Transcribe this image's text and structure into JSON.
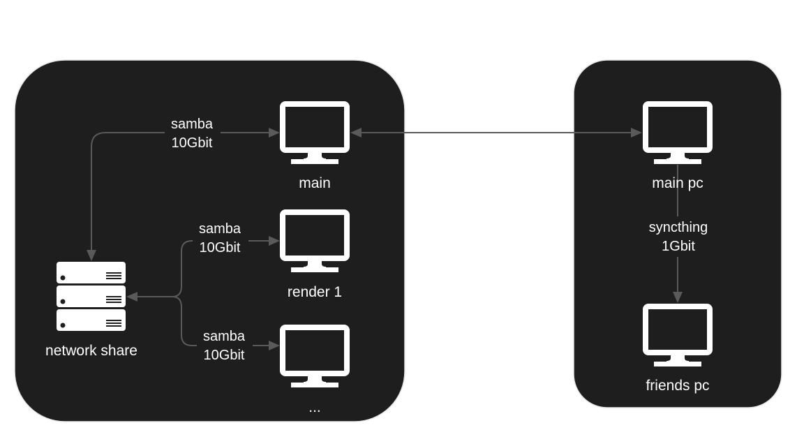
{
  "diagram": {
    "groups": [
      {
        "id": "local-network",
        "label": ""
      },
      {
        "id": "remote-network",
        "label": ""
      }
    ],
    "nodes": {
      "network_share": {
        "label": "network share",
        "icon": "server-icon"
      },
      "main": {
        "label": "main",
        "icon": "monitor-icon"
      },
      "render1": {
        "label": "render 1",
        "icon": "monitor-icon"
      },
      "more": {
        "label": "...",
        "icon": "monitor-icon"
      },
      "main_pc": {
        "label": "main pc",
        "icon": "monitor-icon"
      },
      "friends_pc": {
        "label": "friends pc",
        "icon": "monitor-icon"
      }
    },
    "edges": {
      "share_main": {
        "line1": "samba",
        "line2": "10Gbit",
        "from": "network share",
        "to": "main"
      },
      "share_render1": {
        "line1": "samba",
        "line2": "10Gbit",
        "from": "network share",
        "to": "render 1"
      },
      "share_more": {
        "line1": "samba",
        "line2": "10Gbit",
        "from": "network share",
        "to": "..."
      },
      "main_mainpc": {
        "line1": "",
        "line2": "",
        "from": "main",
        "to": "main pc",
        "bidirectional": true
      },
      "mainpc_friends": {
        "line1": "syncthing",
        "line2": "1Gbit",
        "from": "main pc",
        "to": "friends pc"
      }
    },
    "colors": {
      "background": "#ffffff",
      "group_fill": "#1e1e1e",
      "edge": "#5a5a5a",
      "text": "#ffffff"
    }
  }
}
